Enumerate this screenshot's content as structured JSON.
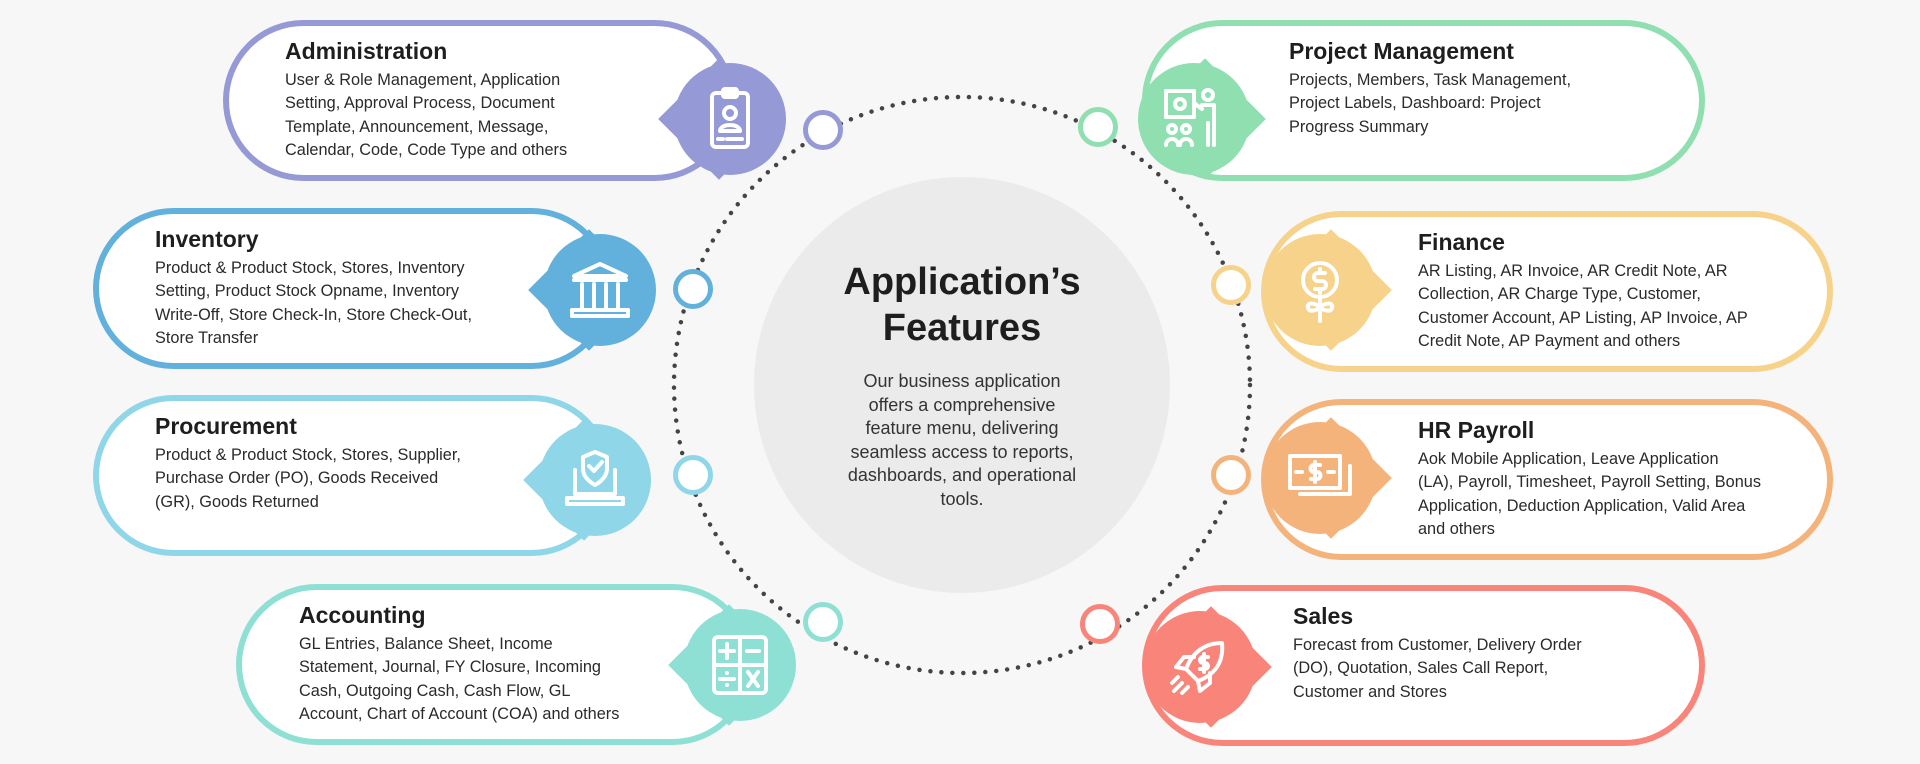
{
  "center": {
    "title_line1": "Application’s",
    "title_line2": "Features",
    "description_lines": [
      "Our business application",
      "offers a comprehensive",
      "feature menu, delivering",
      "seamless access to reports,",
      "dashboards, and operational",
      "tools."
    ]
  },
  "features": [
    {
      "id": "administration",
      "title": "Administration",
      "color": "#9599d6",
      "icon": "id-badge-icon",
      "lines": [
        "User & Role Management, Application",
        "Setting, Approval Process, Document",
        "Template, Announcement, Message,",
        "Calendar, Code, Code Type and others"
      ]
    },
    {
      "id": "inventory",
      "title": "Inventory",
      "color": "#62b0dc",
      "icon": "warehouse-building-icon",
      "lines": [
        "Product & Product Stock, Stores, Inventory",
        "Setting, Product Stock Opname, Inventory",
        "Write-Off,  Store Check-In, Store  Check-Out,",
        "Store Transfer"
      ]
    },
    {
      "id": "procurement",
      "title": "Procurement",
      "color": "#8fd6e8",
      "icon": "laptop-shield-icon",
      "lines": [
        "Product & Product Stock, Stores, Supplier,",
        "Purchase Order (PO), Goods Received",
        "(GR), Goods Returned"
      ]
    },
    {
      "id": "accounting",
      "title": "Accounting",
      "color": "#8fe0d4",
      "icon": "calculator-icon",
      "lines": [
        "GL Entries, Balance Sheet, Income",
        "Statement, Journal, FY Closure, Incoming",
        "Cash, Outgoing Cash, Cash Flow, GL",
        "Account, Chart of Account (COA) and others"
      ]
    },
    {
      "id": "project-management",
      "title": "Project Management",
      "color": "#90dfb0",
      "icon": "presentation-team-icon",
      "lines": [
        "Projects, Members, Task Management,",
        "Project Labels, Dashboard: Project",
        "Progress Summary"
      ]
    },
    {
      "id": "finance",
      "title": "Finance",
      "color": "#f7d28a",
      "icon": "money-plant-icon",
      "lines": [
        "AR Listing, AR Invoice, AR Credit Note, AR",
        "Collection, AR Charge Type, Customer,",
        "Customer Account, AP Listing, AP Invoice, AP",
        "Credit Note, AP Payment and others"
      ]
    },
    {
      "id": "hr-payroll",
      "title": "HR Payroll",
      "color": "#f5b37c",
      "icon": "banknotes-icon",
      "lines": [
        "Aok Mobile Application, Leave Application",
        "(LA), Payroll, Timesheet, Payroll Setting, Bonus",
        "Application, Deduction Application, Valid Area",
        "and others"
      ]
    },
    {
      "id": "sales",
      "title": "Sales",
      "color": "#f9857a",
      "icon": "rocket-dollar-icon",
      "lines": [
        "Forecast from Customer, Delivery Order",
        "(DO), Quotation, Sales Call Report,",
        "Customer and Stores"
      ]
    }
  ]
}
